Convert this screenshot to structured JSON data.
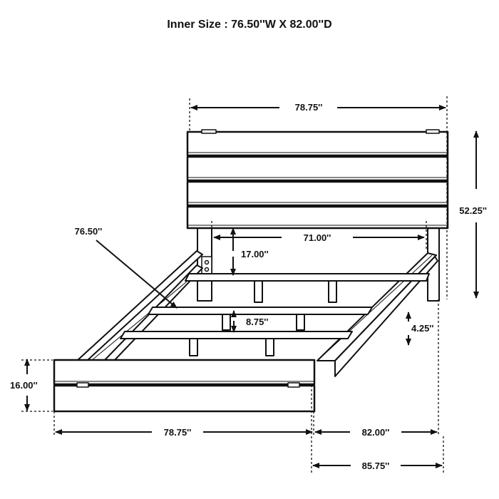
{
  "title": "Inner Size : 76.50''W X 82.00''D",
  "dimensions": {
    "headboard_width": "78.75''",
    "headboard_height": "52.25''",
    "inner_width": "76.50''",
    "post_spacing": "71.00''",
    "slat_clearance": "17.00''",
    "slat_support_height": "8.75''",
    "side_rail_height": "4.25''",
    "footboard_height": "16.00''",
    "footboard_width": "78.75''",
    "inner_depth": "82.00''",
    "overall_depth": "85.75''"
  }
}
